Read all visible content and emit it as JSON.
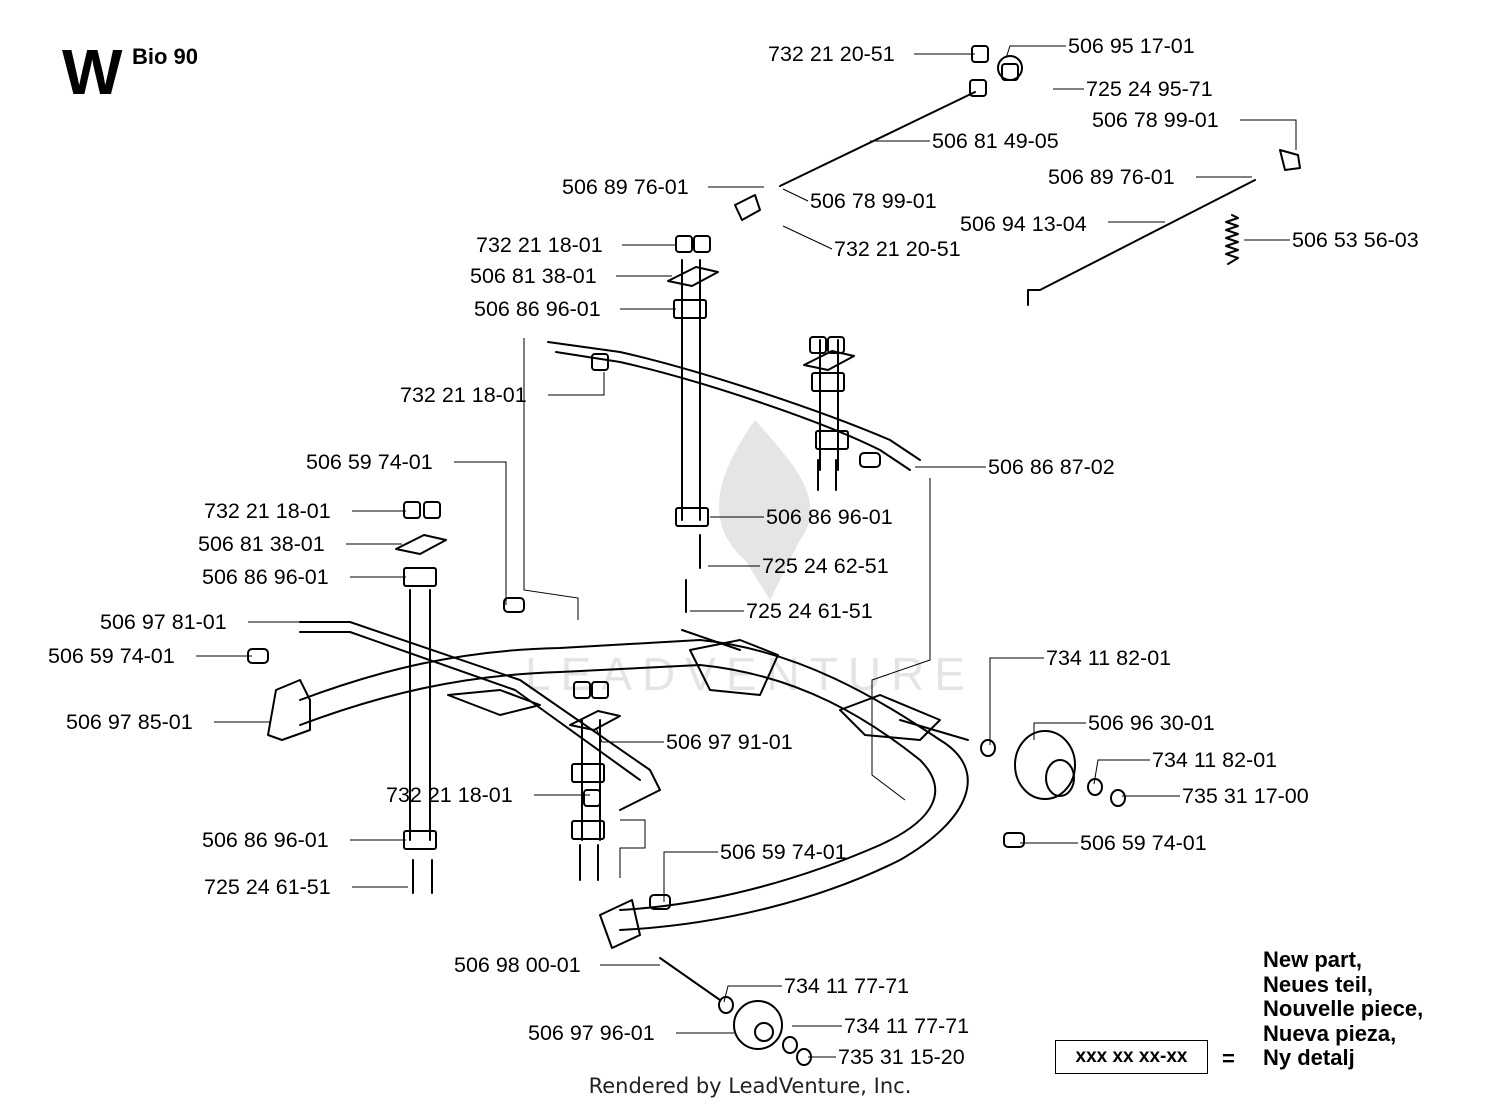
{
  "header": {
    "section_letter": "W",
    "model": "Bio 90"
  },
  "callouts": [
    {
      "id": "c1",
      "text": "732 21 20-51"
    },
    {
      "id": "c2",
      "text": "506 95 17-01"
    },
    {
      "id": "c3",
      "text": "725 24 95-71"
    },
    {
      "id": "c4",
      "text": "506 78 99-01"
    },
    {
      "id": "c5",
      "text": "506 81 49-05"
    },
    {
      "id": "c6",
      "text": "506 89 76-01"
    },
    {
      "id": "c7",
      "text": "506 89 76-01"
    },
    {
      "id": "c8",
      "text": "506 78 99-01"
    },
    {
      "id": "c9",
      "text": "506 94 13-04"
    },
    {
      "id": "c10",
      "text": "506 53 56-03"
    },
    {
      "id": "c11",
      "text": "732 21 20-51"
    },
    {
      "id": "c12",
      "text": "732 21 18-01"
    },
    {
      "id": "c13",
      "text": "506 81 38-01"
    },
    {
      "id": "c14",
      "text": "506 86 96-01"
    },
    {
      "id": "c15",
      "text": "732 21 18-01"
    },
    {
      "id": "c16",
      "text": "506 59 74-01"
    },
    {
      "id": "c17",
      "text": "506 86 87-02"
    },
    {
      "id": "c18",
      "text": "732 21 18-01"
    },
    {
      "id": "c19",
      "text": "506 81 38-01"
    },
    {
      "id": "c20",
      "text": "506 86 96-01"
    },
    {
      "id": "c21",
      "text": "506 86 96-01"
    },
    {
      "id": "c22",
      "text": "725 24 62-51"
    },
    {
      "id": "c23",
      "text": "725 24 61-51"
    },
    {
      "id": "c24",
      "text": "506 97 81-01"
    },
    {
      "id": "c25",
      "text": "506 59 74-01"
    },
    {
      "id": "c26",
      "text": "734 11 82-01"
    },
    {
      "id": "c27",
      "text": "506 97 85-01"
    },
    {
      "id": "c28",
      "text": "506 96 30-01"
    },
    {
      "id": "c29",
      "text": "506 97 91-01"
    },
    {
      "id": "c30",
      "text": "734 11 82-01"
    },
    {
      "id": "c31",
      "text": "732 21 18-01"
    },
    {
      "id": "c32",
      "text": "735 31 17-00"
    },
    {
      "id": "c33",
      "text": "506 86 96-01"
    },
    {
      "id": "c34",
      "text": "506 59 74-01"
    },
    {
      "id": "c35",
      "text": "506 59 74-01"
    },
    {
      "id": "c36",
      "text": "725 24 61-51"
    },
    {
      "id": "c37",
      "text": "506 98 00-01"
    },
    {
      "id": "c38",
      "text": "734 11 77-71"
    },
    {
      "id": "c39",
      "text": "506 97 96-01"
    },
    {
      "id": "c40",
      "text": "734 11 77-71"
    },
    {
      "id": "c41",
      "text": "735 31 15-20"
    }
  ],
  "legend": {
    "placeholder_code": "xxx xx xx-xx",
    "equals": "=",
    "lines": [
      "New part,",
      "Neues teil,",
      "Nouvelle piece,",
      "Nueva pieza,",
      "Ny detalj"
    ]
  },
  "watermark": "LEADVENTURE",
  "footer": "Rendered by LeadVenture, Inc."
}
